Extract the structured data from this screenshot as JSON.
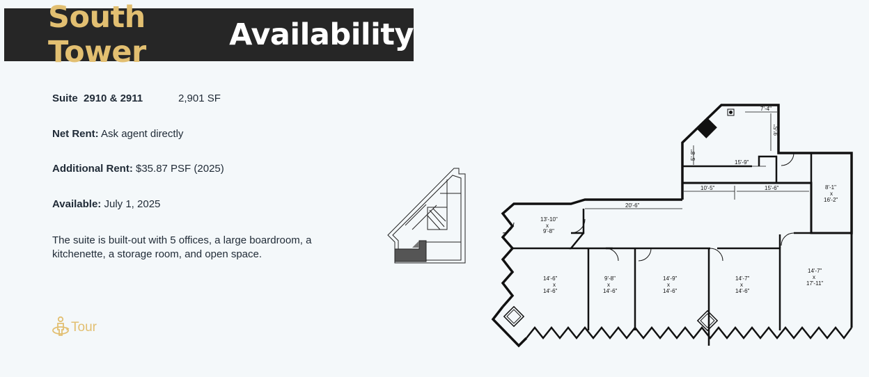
{
  "header": {
    "title_accent": "South Tower",
    "title_main": "Availability"
  },
  "details": {
    "suite_label": "Suite",
    "suite_number": "2910 & 2911",
    "suite_area": "2,901 SF",
    "net_rent_label": "Net Rent:",
    "net_rent_value": "Ask agent directly",
    "additional_rent_label": "Additional Rent:",
    "additional_rent_value": "$35.87 PSF (2025)",
    "available_label": "Available:",
    "available_value": "July 1, 2025",
    "description": "The suite is built-out with 5 offices, a large boardroom, a kitchenette, a storage room, and open space."
  },
  "tour": {
    "label": "Tour",
    "icon": "person-360-icon"
  },
  "floorplan": {
    "dimensions": {
      "kitchen_width": "7'-4\"",
      "kitchen_depth": "9'-5\"",
      "kitchen_side": "5'-8\"",
      "corridor_top": "15'-9\"",
      "room_a": "10'-5\"",
      "room_b": "15'-6\"",
      "open_area": "20'-6\"",
      "storage_w": "8'-1\"",
      "storage_x": "x",
      "storage_h": "16'-2\"",
      "west_office_w": "13'-10\"",
      "west_office_x": "x",
      "west_office_h": "9'-8\"",
      "office1_w": "14'-6\"",
      "office1_x": "x",
      "office1_h": "14'-6\"",
      "office2_w": "9'-8\"",
      "office2_x": "x",
      "office2_h": "14'-6\"",
      "office3_w": "14'-9\"",
      "office3_x": "x",
      "office3_h": "14'-6\"",
      "office4_w": "14'-7\"",
      "office4_x": "x",
      "office4_h": "14'-6\"",
      "boardroom_w": "14'-7\"",
      "boardroom_x": "x",
      "boardroom_h": "17'-11\""
    }
  }
}
